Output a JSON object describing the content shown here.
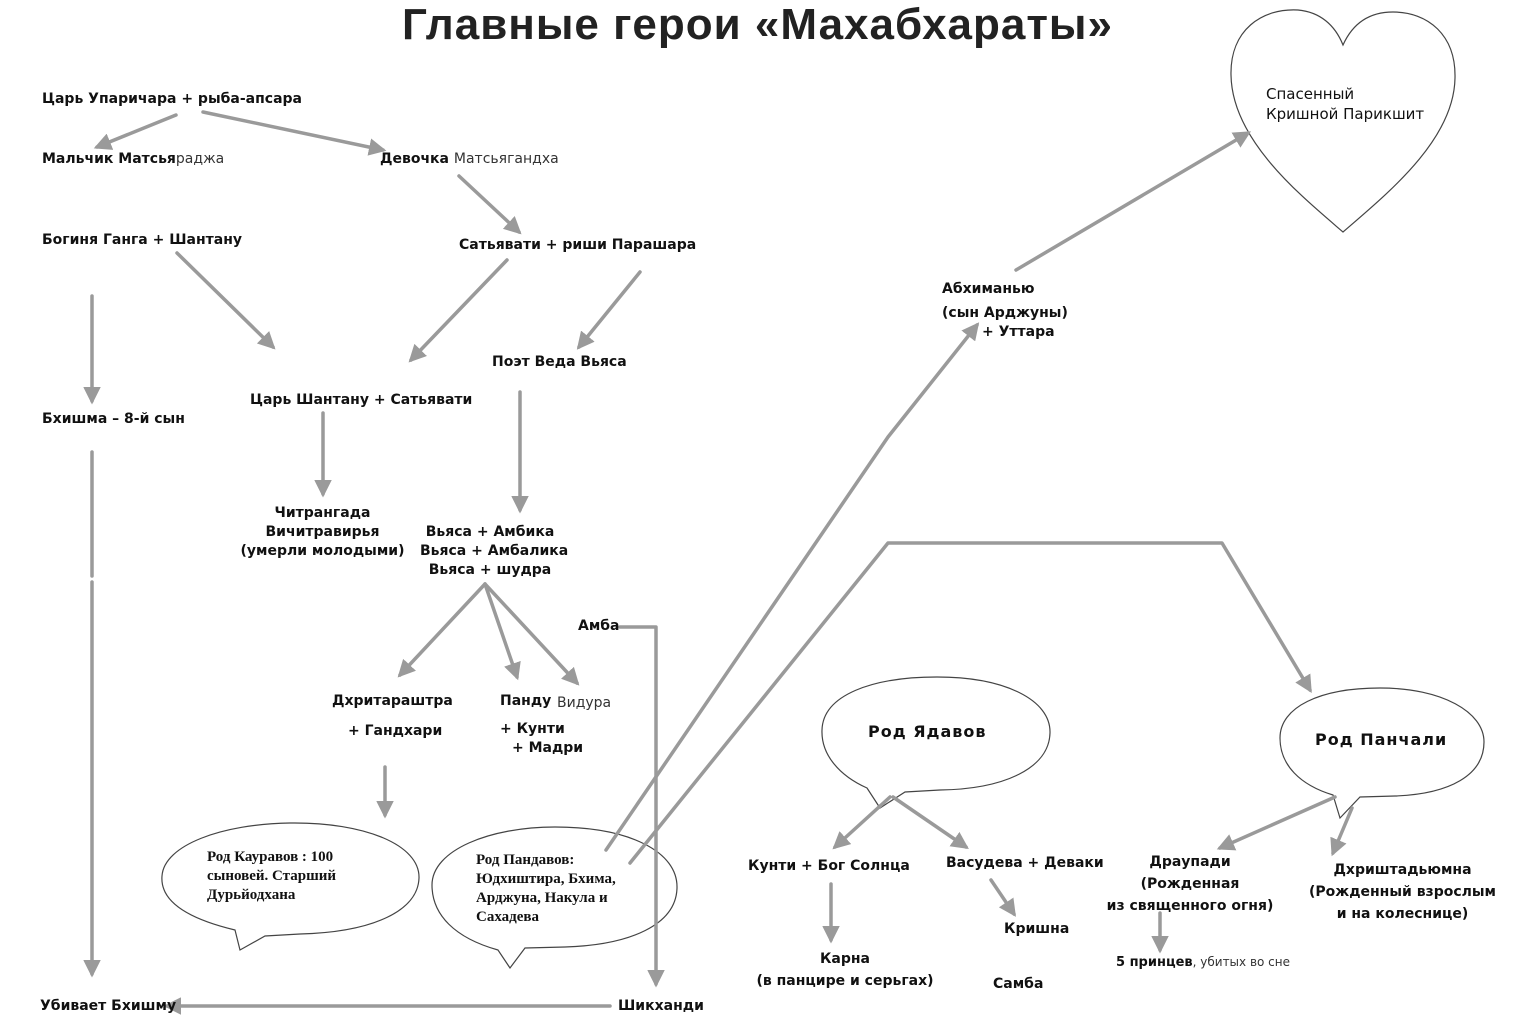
{
  "title": "Главные герои «Махабхараты»",
  "nodes": {
    "uparichara": "Царь Упаричара + рыба-апсара",
    "matsyaraja_a": "Мальчик  Матсья",
    "matsyaraja_b": "раджа",
    "girl_a": "Девочка",
    "girl_b": "Матсьягандха",
    "ganga": "Богиня  Ганга  + Шантану",
    "satyavati_parashara": "Сатьявати  +  риши Парашара",
    "vyasa_poet": "Поэт Веда Вьяса",
    "bhishma": "Бхишма   – 8-й сын",
    "shantanu_satyavati": "Царь  Шантану  +  Сатьявати",
    "chitrangada": [
      "Читрангада",
      "Вичитравирья",
      "(умерли молодыми)"
    ],
    "vyasa_wives": [
      "Вьяса + Амбика",
      "Вьяса + Амбалика",
      "Вьяса + шудра"
    ],
    "amba": "Амба",
    "dhritarashtra": [
      "Дхритараштра",
      "+ Гандхари"
    ],
    "pandu": [
      "Панду",
      "+ Кунти",
      "+ Мадри"
    ],
    "vidura": "Видура",
    "kauravas": "Род Кауравов : 100 сыновей.  Старший Дурьйодхана",
    "pandavas": "Род Пандавов: Юдхиштира, Бхима, Арджуна, Накула и Сахадева",
    "kills_bhishma": "Убивает Бхишму",
    "shikhandi": "Шикханди",
    "abhimanyu": [
      "Абхиманью",
      "(сын Арджуны)",
      "+ Уттара"
    ],
    "parikshit": [
      "Спасенный",
      "Кришной Парикшит"
    ],
    "yadava": "Род Ядавов",
    "panchala": "Род Панчали",
    "kunti_sun": "Кунти + Бог Солнца",
    "vasudeva": "Васудева + Деваки",
    "karna": [
      "Карна",
      "(в панцире и серьгах)"
    ],
    "krishna": "Кришна",
    "samba": "Самба",
    "draupadi": [
      "Драупади",
      "(Рожденная",
      "из священного огня)"
    ],
    "dhrishtadyumna": [
      "Дхриштадьюмна",
      "(Рожденный взрослым",
      "и на колеснице)"
    ],
    "princes_a": "5 принцев",
    "princes_b": ", убитых во сне"
  },
  "colors": {
    "arrow": "#9a9a9a",
    "outline": "#444444",
    "text": "#111111"
  }
}
